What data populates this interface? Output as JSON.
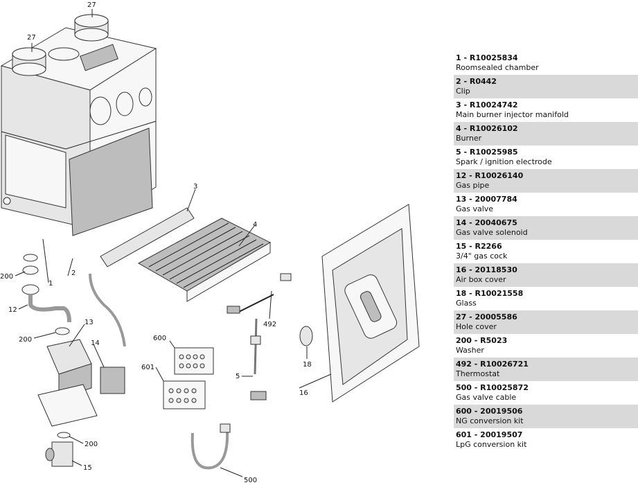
{
  "callouts": {
    "c27a": "27",
    "c27b": "27",
    "c3": "3",
    "c4": "4",
    "c200a": "200",
    "c1": "1",
    "c2": "2",
    "c12": "12",
    "c13": "13",
    "c14": "14",
    "c200b": "200",
    "c600": "600",
    "c601": "601",
    "c5": "5",
    "c492": "492",
    "c18": "18",
    "c16": "16",
    "c200c": "200",
    "c15": "15",
    "c500": "500"
  },
  "parts": [
    {
      "num": "1",
      "code": "1   - R10025834",
      "desc": "Roomsealed chamber"
    },
    {
      "num": "2",
      "code": "2   - R0442",
      "desc": "Clip"
    },
    {
      "num": "3",
      "code": "3   - R10024742",
      "desc": "Main burner injector manifold"
    },
    {
      "num": "4",
      "code": "4   - R10026102",
      "desc": "Burner"
    },
    {
      "num": "5",
      "code": "5   - R10025985",
      "desc": "Spark / ignition electrode"
    },
    {
      "num": "12",
      "code": "12   - R10026140",
      "desc": "Gas pipe"
    },
    {
      "num": "13",
      "code": "13   - 20007784",
      "desc": "Gas valve"
    },
    {
      "num": "14",
      "code": "14   - 20040675",
      "desc": "Gas valve solenoid"
    },
    {
      "num": "15",
      "code": "15   - R2266",
      "desc": "3/4\" gas cock"
    },
    {
      "num": "16",
      "code": "16   - 20118530",
      "desc": "Air box cover"
    },
    {
      "num": "18",
      "code": "18   - R10021558",
      "desc": "Glass"
    },
    {
      "num": "27",
      "code": "27   - 20005586",
      "desc": "Hole cover"
    },
    {
      "num": "200",
      "code": "200   - R5023",
      "desc": "Washer"
    },
    {
      "num": "492",
      "code": "492   - R10026721",
      "desc": "Thermostat"
    },
    {
      "num": "500",
      "code": "500   - R10025872",
      "desc": "Gas valve cable"
    },
    {
      "num": "600",
      "code": "600   - 20019506",
      "desc": "NG conversion kit"
    },
    {
      "num": "601",
      "code": "601   - 20019507",
      "desc": "LpG conversion kit"
    }
  ]
}
